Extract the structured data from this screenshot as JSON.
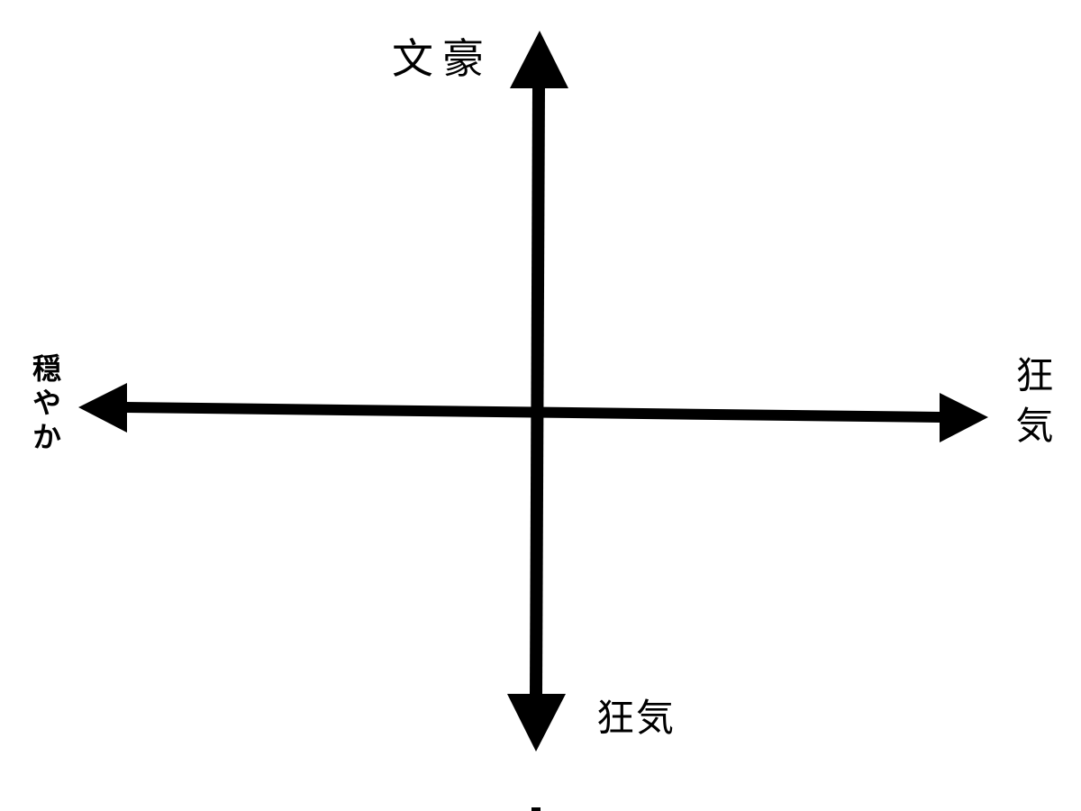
{
  "diagram": {
    "type": "quadrant-axes",
    "axes": {
      "vertical": {
        "top_label": "文豪",
        "bottom_label": "狂気"
      },
      "horizontal": {
        "left_label": "穏やか",
        "right_label": "狂気"
      }
    },
    "colors": {
      "background": "#ffffff",
      "axis": "#000000",
      "text": "#000000"
    }
  }
}
